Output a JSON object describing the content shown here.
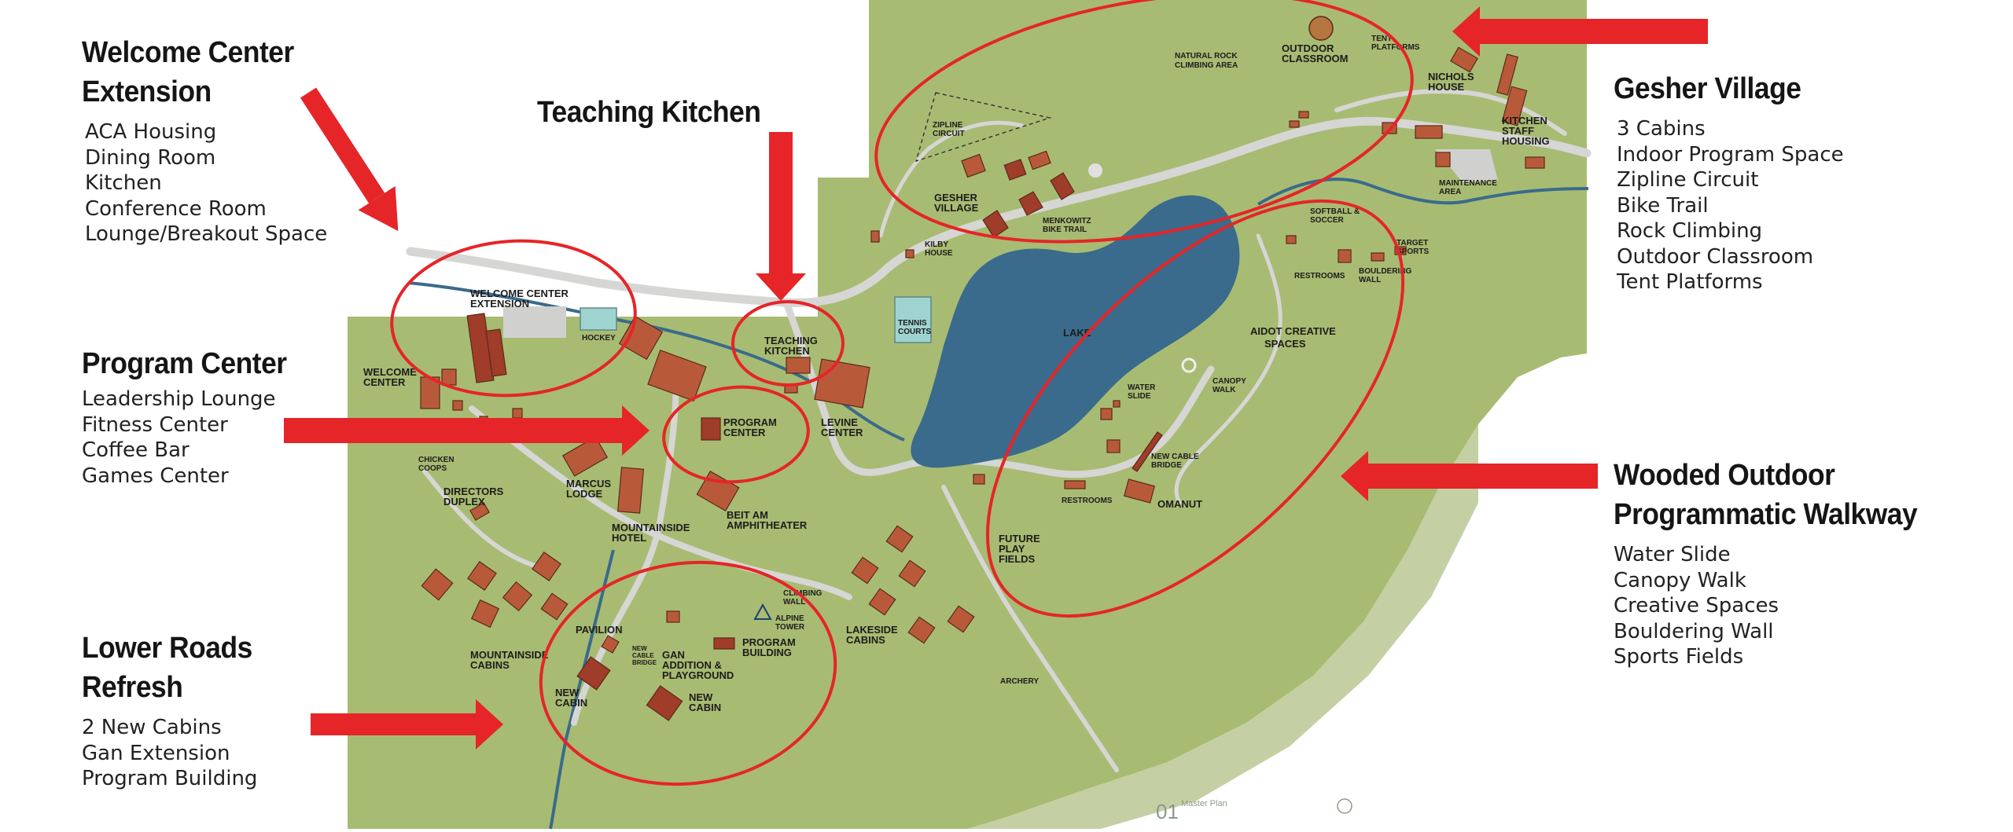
{
  "callouts": {
    "welcome_center": {
      "title": [
        "Welcome Center",
        "Extension"
      ],
      "items": [
        "ACA Housing",
        "Dining Room",
        "Kitchen",
        "Conference Room",
        "Lounge/Breakout Space"
      ]
    },
    "teaching_kitchen": {
      "title": [
        "Teaching Kitchen"
      ]
    },
    "program_center": {
      "title": [
        "Program Center"
      ],
      "items": [
        "Leadership Lounge",
        "Fitness Center",
        "Coffee Bar",
        "Games Center"
      ]
    },
    "lower_roads": {
      "title": [
        "Lower Roads",
        "Refresh"
      ],
      "items": [
        "2 New Cabins",
        "Gan Extension",
        "Program Building"
      ]
    },
    "gesher_village": {
      "title": [
        "Gesher Village"
      ],
      "items": [
        "3 Cabins",
        "Indoor Program Space",
        "Zipline Circuit",
        "Bike Trail",
        "Rock Climbing",
        "Outdoor Classroom",
        "Tent Platforms"
      ]
    },
    "wooded_walkway": {
      "title": [
        "Wooded Outdoor",
        "Programmatic Walkway"
      ],
      "items": [
        "Water Slide",
        "Canopy Walk",
        "Creative Spaces",
        "Bouldering Wall",
        "Sports Fields"
      ]
    }
  },
  "map_labels": {
    "welcome_center_extension": [
      "WELCOME CENTER",
      "EXTENSION"
    ],
    "welcome_center": [
      "WELCOME",
      "CENTER"
    ],
    "hockey": "HOCKEY",
    "teaching_kitchen": [
      "TEACHING",
      "KITCHEN"
    ],
    "tennis_courts": [
      "TENNIS",
      "COURTS"
    ],
    "lake": "LAKE",
    "program_center": [
      "PROGRAM",
      "CENTER"
    ],
    "levine_center": [
      "LEVINE",
      "CENTER"
    ],
    "chicken_coops": [
      "CHICKEN",
      "COOPS"
    ],
    "directors_duplex": [
      "DIRECTORS",
      "DUPLEX"
    ],
    "marcus_lodge": [
      "MARCUS",
      "LODGE"
    ],
    "mountainside_hotel": [
      "MOUNTAINSIDE",
      "HOTEL"
    ],
    "beit_am": [
      "BEIT AM",
      "AMPHITHEATER"
    ],
    "future_play_fields": [
      "FUTURE",
      "PLAY",
      "FIELDS"
    ],
    "climbing_wall": [
      "CLIMBING",
      "WALL"
    ],
    "alpine_tower": [
      "ALPINE",
      "TOWER"
    ],
    "pavilion": "PAVILION",
    "program_building": [
      "PROGRAM",
      "BUILDING"
    ],
    "gan_addition": [
      "GAN",
      "ADDITION &",
      "PLAYGROUND"
    ],
    "new_cable_bridge_small": [
      "NEW",
      "CABLE",
      "BRIDGE"
    ],
    "new_cabin_1": [
      "NEW",
      "CABIN"
    ],
    "new_cabin_2": [
      "NEW",
      "CABIN"
    ],
    "mountainside_cabins": [
      "MOUNTAINSIDE",
      "CABINS"
    ],
    "lakeside_cabins": [
      "LAKESIDE",
      "CABINS"
    ],
    "archery": "ARCHERY",
    "restrooms_1": "RESTROOMS",
    "omanut": "OMANUT",
    "new_cable_bridge": [
      "NEW CABLE",
      "BRIDGE"
    ],
    "water_slide": [
      "WATER",
      "SLIDE"
    ],
    "canopy_walk": [
      "CANOPY",
      "WALK"
    ],
    "aidot": [
      "AIDOT CREATIVE",
      "SPACES"
    ],
    "restrooms_2": "RESTROOMS",
    "bouldering_wall": [
      "BOULDERING",
      "WALL"
    ],
    "softball": [
      "SOFTBALL &",
      "SOCCER"
    ],
    "target_sports": [
      "TARGET",
      "SPORTS"
    ],
    "maintenance": [
      "MAINTENANCE",
      "AREA"
    ],
    "kitchen_staff": [
      "KITCHEN",
      "STAFF",
      "HOUSING"
    ],
    "nichols_house": [
      "NICHOLS",
      "HOUSE"
    ],
    "tent_platforms": [
      "TENT",
      "PLATFORMS"
    ],
    "outdoor_classroom": [
      "OUTDOOR",
      "CLASSROOM"
    ],
    "natural_rock": [
      "NATURAL ROCK",
      "CLIMBING AREA"
    ],
    "zipline_circuit": [
      "ZIPLINE",
      "CIRCUIT"
    ],
    "gesher_village": [
      "GESHER",
      "VILLAGE"
    ],
    "menkowitz": [
      "MENKOWITZ",
      "BIKE TRAIL"
    ],
    "kilby_house": [
      "KILBY",
      "HOUSE"
    ],
    "sheet_number": "01",
    "sheet_title": "Master Plan"
  },
  "colors": {
    "grass": "#a8bb72",
    "lake": "#3a6b8c",
    "road": "#d9d9d9",
    "circle": "#e52528",
    "arrow": "#e52528",
    "building": "#b85a3a"
  }
}
